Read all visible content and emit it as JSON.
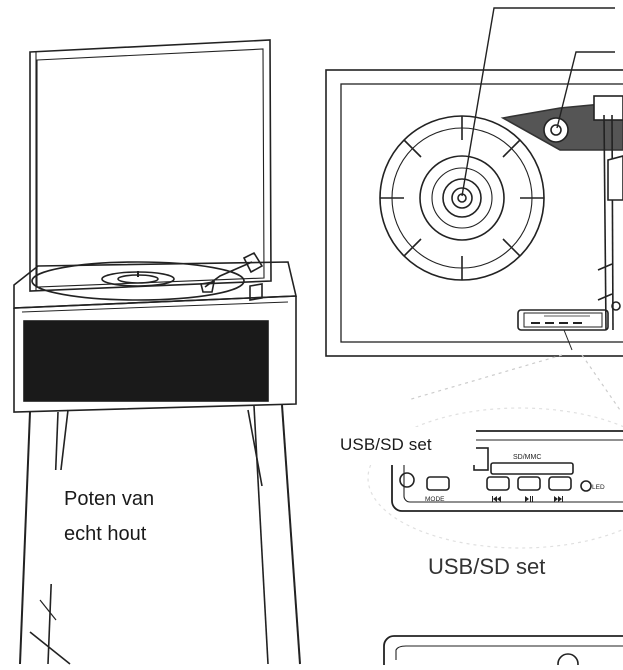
{
  "labels": {
    "usb_sd_overlay": "USB/SD set",
    "legs_line1": "Poten van",
    "legs_line2": "echt hout",
    "usb_sd_caption": "USB/SD set"
  },
  "panel": {
    "small_texts": [
      "SD/MMC",
      "MODE",
      "LED"
    ]
  },
  "colors": {
    "line": "#222222",
    "speaker": "#1a1a1a",
    "tonearm_base": "#555555",
    "callout_dots": "#dddddd"
  }
}
